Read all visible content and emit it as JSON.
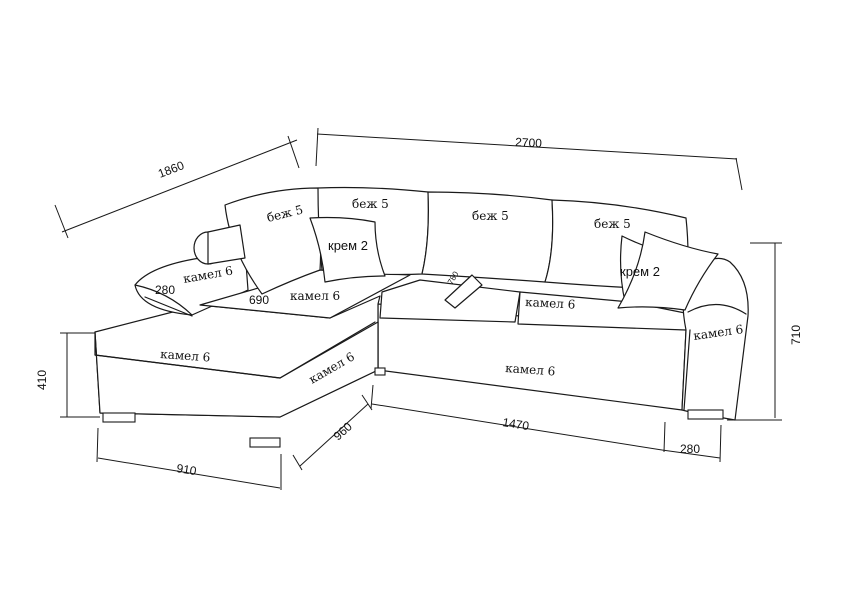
{
  "dimensions": {
    "total_width": "2700",
    "depth_left": "1860",
    "height_back": "710",
    "seat_height": "410",
    "chaise_width": "910",
    "chaise_length": "960",
    "main_length": "1470",
    "arm_width": "280",
    "arm_width_left": "280",
    "back_depth": "690",
    "seat_depth_small": "780"
  },
  "materials": {
    "cushion_back_1": "беж 5",
    "cushion_back_2": "беж 5",
    "cushion_back_3": "беж 5",
    "cushion_back_4": "беж 5",
    "pillow_left": "крем 2",
    "pillow_right": "крем 2",
    "left_arm": "камел 6",
    "left_back": "камел 6",
    "chaise_front": "камел 6",
    "chaise_side": "камел 6",
    "seat": "камел 6",
    "base_front": "камел 6",
    "right_arm": "камел 6"
  }
}
